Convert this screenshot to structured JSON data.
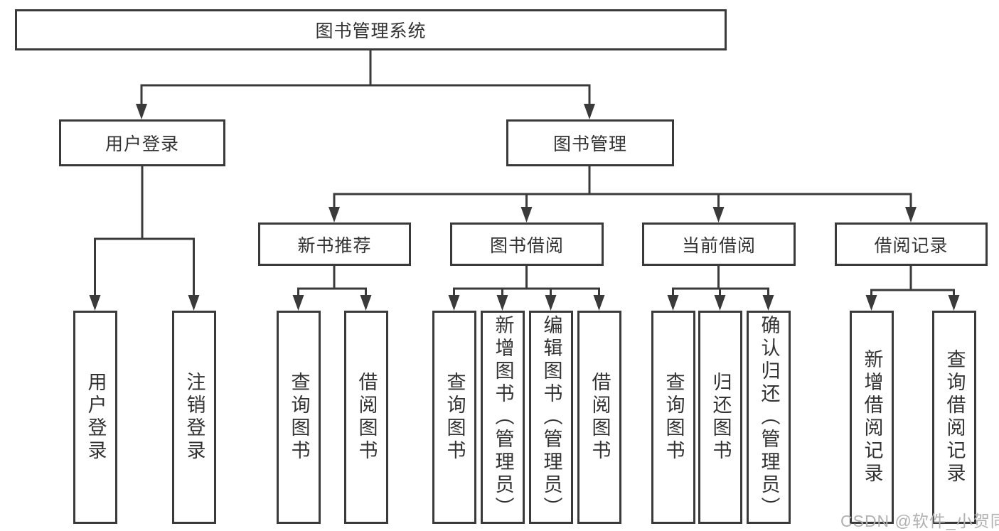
{
  "diagram": {
    "tree": {
      "label": "图书管理系统",
      "children": [
        {
          "label": "用户登录",
          "children": [
            {
              "label": "用户登录"
            },
            {
              "label": "注销登录"
            }
          ]
        },
        {
          "label": "图书管理",
          "children": [
            {
              "label": "新书推荐",
              "children": [
                {
                  "label": "查询图书"
                },
                {
                  "label": "借阅图书"
                }
              ]
            },
            {
              "label": "图书借阅",
              "children": [
                {
                  "label": "查询图书"
                },
                {
                  "label": "新增图书（管理员）"
                },
                {
                  "label": "编辑图书（管理员）"
                },
                {
                  "label": "借阅图书"
                }
              ]
            },
            {
              "label": "当前借阅",
              "children": [
                {
                  "label": "查询图书"
                },
                {
                  "label": "归还图书"
                },
                {
                  "label": "确认归还（管理员）"
                }
              ]
            },
            {
              "label": "借阅记录",
              "children": [
                {
                  "label": "新增借阅记录"
                },
                {
                  "label": "查询借阅记录"
                }
              ]
            }
          ]
        }
      ]
    },
    "watermark": "CSDN @软件_小贺同学",
    "colors": {
      "line": "#3a3a3a",
      "box_border": "#3a3a3a",
      "text": "#333333",
      "watermark": "#b1b1b1",
      "background": "#ffffff"
    }
  }
}
